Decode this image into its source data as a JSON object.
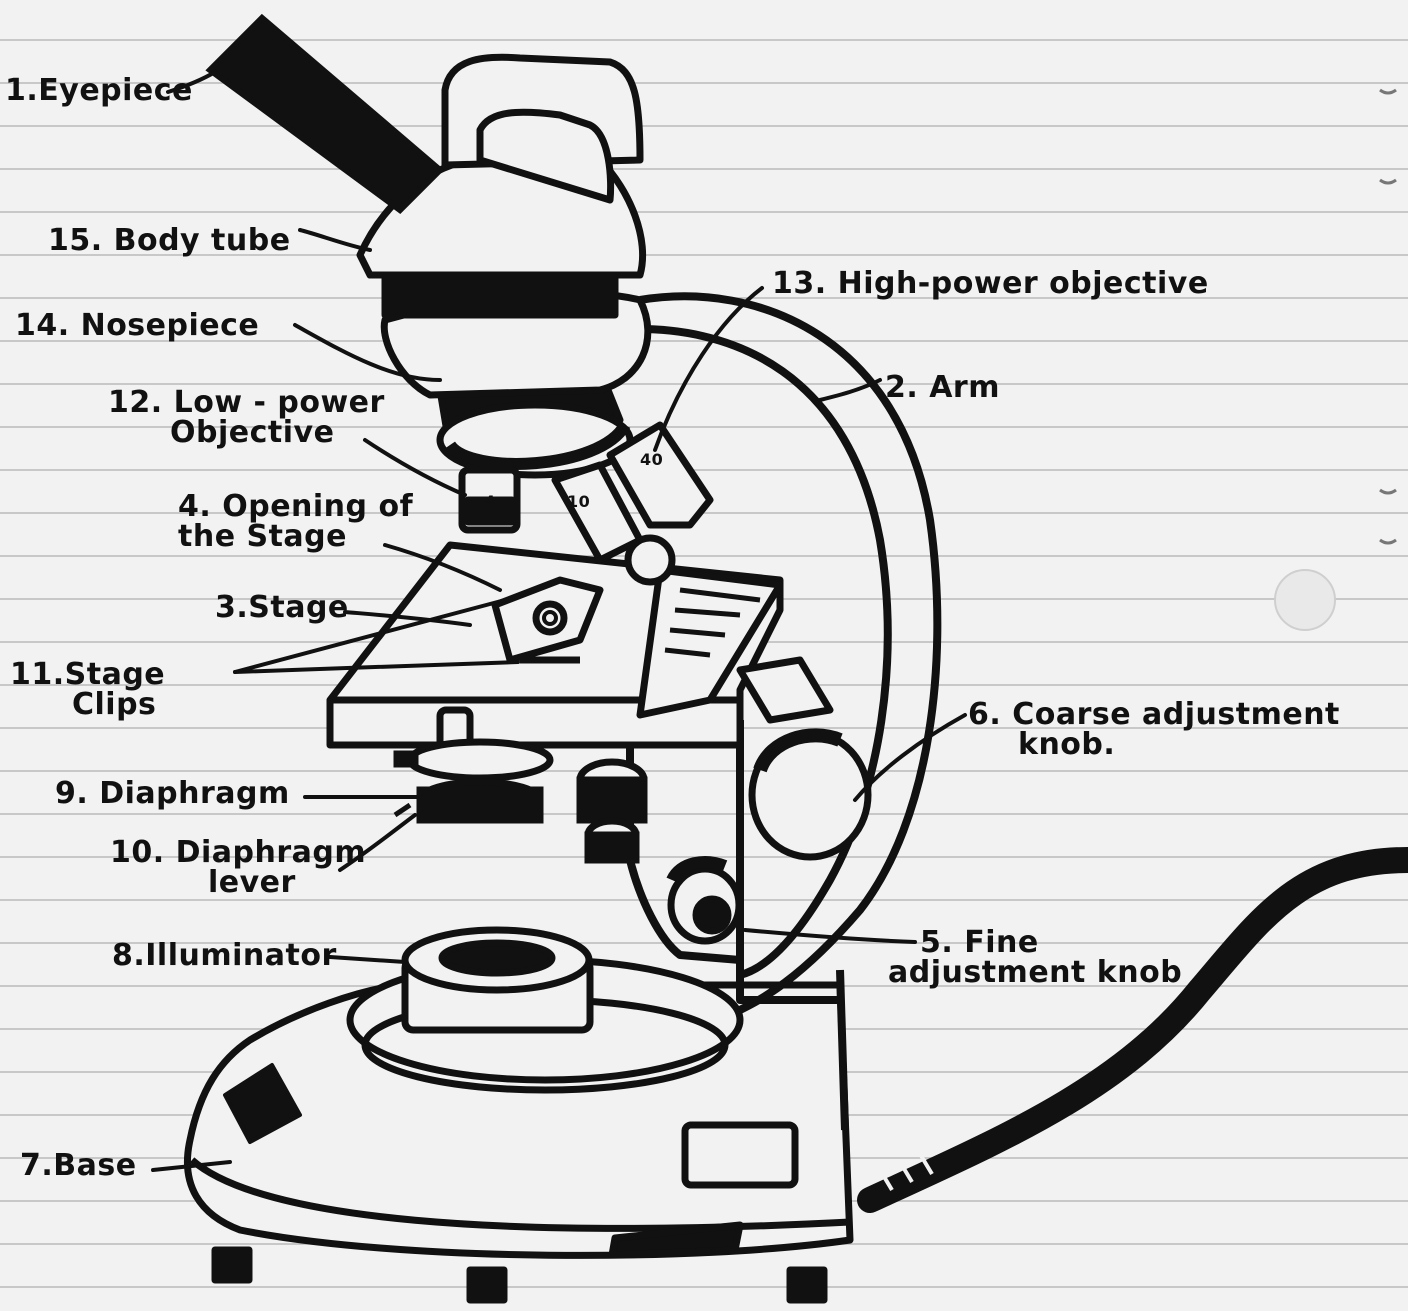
{
  "labels": {
    "eyepiece": "1.Eyepiece",
    "arm": "2. Arm",
    "stage": "3.Stage",
    "opening_line1": "4. Opening of",
    "opening_line2": "the Stage",
    "fine_line1": "5. Fine",
    "fine_line2": "adjustment knob",
    "coarse_line1": "6. Coarse adjustment",
    "coarse_line2": "knob.",
    "base": "7.Base",
    "illuminator": "8.Illuminator",
    "diaphragm": "9. Diaphragm",
    "lever_line1": "10. Diaphragm",
    "lever_line2": "lever",
    "clips_line1": "11.Stage",
    "clips_line2": "Clips",
    "low_line1": "12. Low - power",
    "low_line2": "Objective",
    "high_power": "13. High-power objective",
    "nosepiece": "14. Nosepiece",
    "body_tube": "15. Body tube"
  },
  "objective_markings": {
    "low": "4",
    "mid": "10",
    "high": "40"
  }
}
